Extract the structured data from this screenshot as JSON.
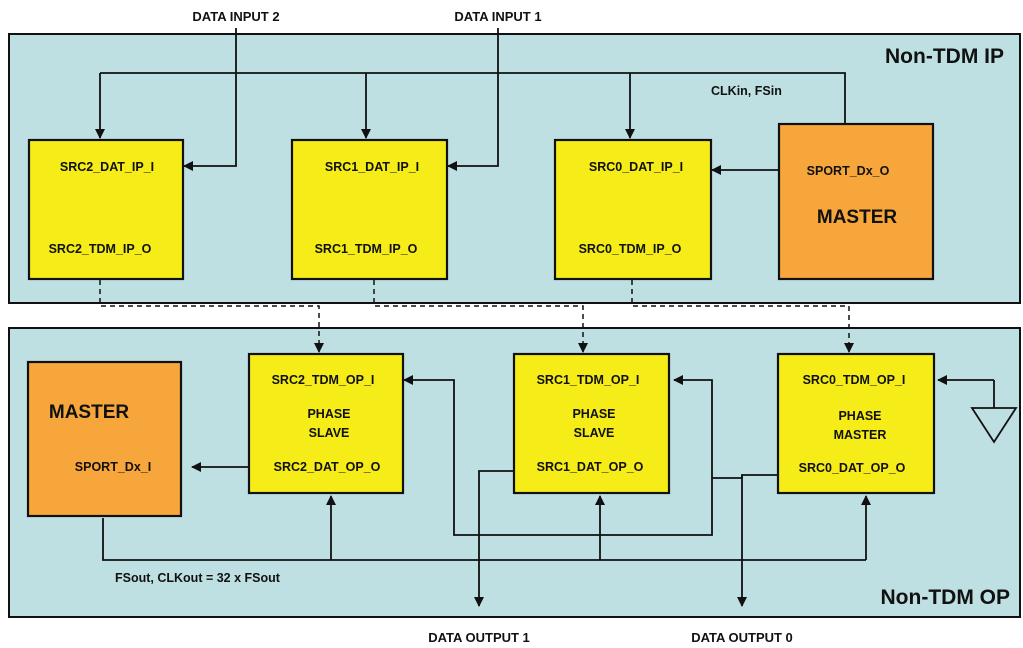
{
  "colors": {
    "panel": "#bfe0e2",
    "src_block": "#f5ec18",
    "master_block": "#f6a63a",
    "line": "#111111"
  },
  "top_inputs": {
    "data_input_2": "DATA INPUT 2",
    "data_input_1": "DATA INPUT 1"
  },
  "ip_panel": {
    "title": "Non-TDM IP",
    "clock_label": "CLKin, FSin",
    "src2": {
      "in_port": "SRC2_DAT_IP_I",
      "out_port": "SRC2_TDM_IP_O"
    },
    "src1": {
      "in_port": "SRC1_DAT_IP_I",
      "out_port": "SRC1_TDM_IP_O"
    },
    "src0": {
      "in_port": "SRC0_DAT_IP_I",
      "out_port": "SRC0_TDM_IP_O"
    },
    "master": {
      "port": "SPORT_Dx_O",
      "title": "MASTER"
    }
  },
  "op_panel": {
    "title": "Non-TDM OP",
    "clock_label": "FSout, CLKout = 32 x FSout",
    "master": {
      "title": "MASTER",
      "port": "SPORT_Dx_I"
    },
    "src2": {
      "in_port": "SRC2_TDM_OP_I",
      "role_line1": "PHASE",
      "role_line2": "SLAVE",
      "out_port": "SRC2_DAT_OP_O"
    },
    "src1": {
      "in_port": "SRC1_TDM_OP_I",
      "role_line1": "PHASE",
      "role_line2": "SLAVE",
      "out_port": "SRC1_DAT_OP_O"
    },
    "src0": {
      "in_port": "SRC0_TDM_OP_I",
      "role_line1": "PHASE",
      "role_line2": "MASTER",
      "out_port": "SRC0_DAT_OP_O"
    }
  },
  "bottom_outputs": {
    "data_output_1": "DATA OUTPUT 1",
    "data_output_0": "DATA OUTPUT 0"
  }
}
